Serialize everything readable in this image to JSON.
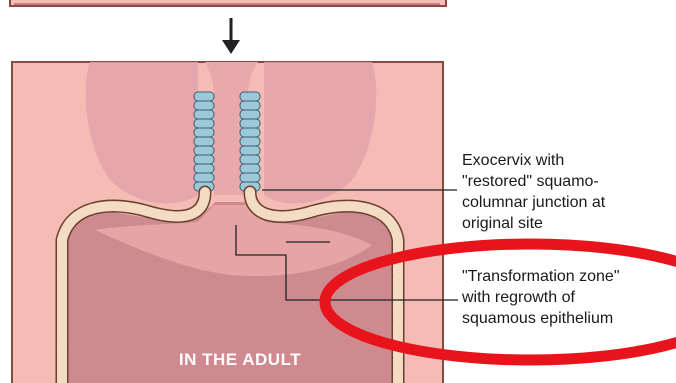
{
  "diagram": {
    "panel_title": "IN THE ADULT",
    "annotations": [
      {
        "id": "exocervix",
        "text": "Exocervix with\n\"restored\" squamo-\ncolumnar junction at\noriginal site"
      },
      {
        "id": "transformation-zone",
        "text": "\"Transformation zone\"\nwith regrowth of\nsquamous epithelium"
      }
    ],
    "colors": {
      "panel_bg": "#f4bcb4",
      "panel_border": "#8a4a40",
      "stroma_dark": "#e0a0a8",
      "lumen": "#c87a82",
      "columnar_cells": "#9cc8d8",
      "squamous_cells": "#f4dcc4",
      "highlight_ring": "#e8141c"
    }
  }
}
